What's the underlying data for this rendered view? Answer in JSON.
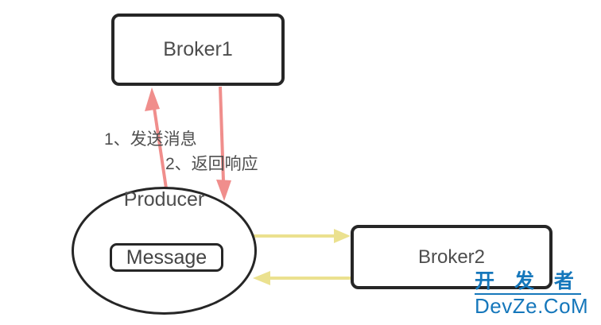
{
  "diagram": {
    "nodes": {
      "broker1": {
        "label": "Broker1",
        "shape": "rounded-rect"
      },
      "producer": {
        "label": "Producer",
        "shape": "ellipse"
      },
      "message": {
        "label": "Message",
        "shape": "rounded-rect"
      },
      "broker2": {
        "label": "Broker2",
        "shape": "rounded-rect"
      }
    },
    "edges": {
      "send": {
        "label": "1、发送消息",
        "from": "Producer",
        "to": "Broker1",
        "color": "#f08e8c"
      },
      "response": {
        "label": "2、返回响应",
        "from": "Broker1",
        "to": "Producer",
        "color": "#f08e8c"
      },
      "producer_to_broker2": {
        "label": "",
        "from": "Producer",
        "to": "Broker2",
        "color": "#ebe18f"
      },
      "broker2_to_producer": {
        "label": "",
        "from": "Broker2",
        "to": "Producer",
        "color": "#ebe18f"
      }
    },
    "colors": {
      "arrow_red": "#f08e8c",
      "arrow_yellow": "#ebe18f",
      "node_border": "#262626",
      "node_text": "#4d4d4d",
      "label_text": "#4f4f4f",
      "background": "#ffffff"
    }
  },
  "watermark": {
    "line1": "开 发 者",
    "line2": "DevZe.CoM",
    "color": "#1577bb"
  }
}
